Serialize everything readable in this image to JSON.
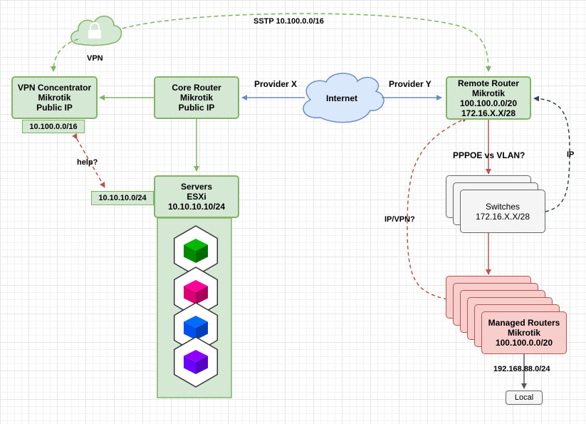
{
  "cloud_vpn": {
    "label": "VPN"
  },
  "internet": {
    "label": "Internet"
  },
  "vpn_concentrator": {
    "line1": "VPN Concentrator",
    "line2": "Mikrotik",
    "line3": "Public IP",
    "subnet": "10.100.0.0/16"
  },
  "core_router": {
    "line1": "Core Router",
    "line2": "Mikrotik",
    "line3": "Public IP"
  },
  "remote_router": {
    "line1": "Remote Router",
    "line2": "Mikrotik",
    "line3": "100.100.0.0/20",
    "line4": "172.16.X.X/28"
  },
  "servers": {
    "line1": "Servers",
    "line2": "ESXi",
    "line3": "10.10.10.10/24",
    "subnet": "10.10.10.0/24"
  },
  "switches": {
    "line1": "Switches",
    "line2": "172.16.X.X/28"
  },
  "managed_routers": {
    "line1": "Managed Routers",
    "line2": "Mikrotik",
    "line3": "100.100.0.0/20"
  },
  "local": {
    "label": "Local"
  },
  "edge_labels": {
    "sstp": "SSTP 10.100.0.0/16",
    "provider_x": "Provider X",
    "provider_y": "Provider Y",
    "help": "help?",
    "pppoe": "PPPOE vs VLAN?",
    "ip": "IP",
    "ip_vpn": "IP/VPN?",
    "lan": "192.168.88.0/24"
  },
  "colors": {
    "green_fill": "#d5e8d4",
    "green_stroke": "#82b366",
    "red_fill": "#f8cecc",
    "red_stroke": "#b85450",
    "blue_stroke": "#6c8ebf",
    "cloud_fill": "#dae8fc",
    "navy_dashed": "#314354",
    "cube_colors": [
      "#008a00",
      "#d80073",
      "#0050ef",
      "#6a00ff"
    ]
  },
  "icons": {
    "cloud_vpn": "lock-icon",
    "vm_cubes": "cube-icon"
  }
}
